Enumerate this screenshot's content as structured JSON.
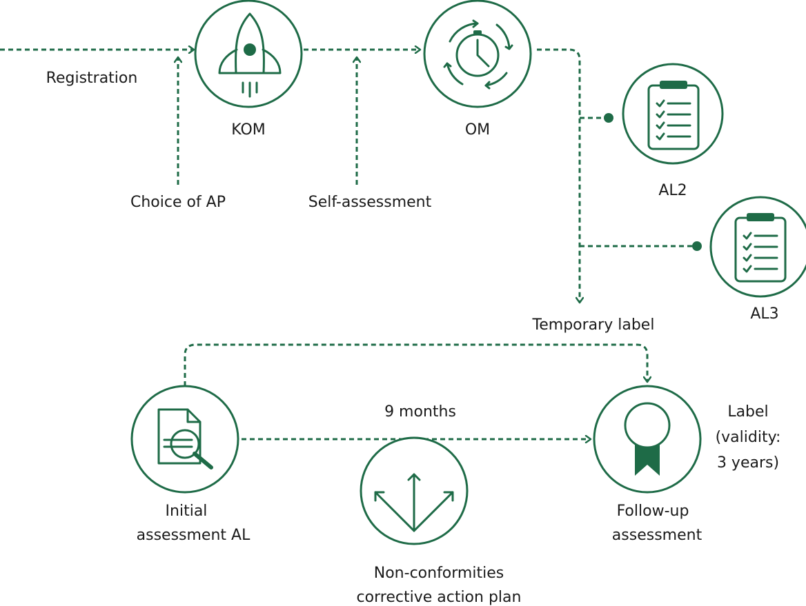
{
  "nodes": {
    "kom": {
      "label": "KOM",
      "icon": "rocket-icon"
    },
    "om": {
      "label": "OM",
      "icon": "stopwatch-cycle-icon"
    },
    "al2": {
      "label": "AL2",
      "icon": "clipboard-checklist-icon"
    },
    "al3": {
      "label": "AL3",
      "icon": "clipboard-checklist-icon"
    },
    "initial": {
      "label_line1": "Initial",
      "label_line2": "assessment AL",
      "icon": "document-search-icon"
    },
    "nonconf": {
      "label_line1": "Non-conformities",
      "label_line2": "corrective action plan",
      "icon": "arrows-branch-icon"
    },
    "followup": {
      "label_line1": "Follow-up",
      "label_line2": "assessment",
      "icon": "award-ribbon-icon"
    }
  },
  "labels": {
    "registration": "Registration",
    "choice_of_ap": "Choice of AP",
    "self_assessment": "Self-assessment",
    "temporary_label": "Temporary label",
    "nine_months": "9 months",
    "label_line1": "Label",
    "label_line2": "(validity:",
    "label_line3": "3 years)"
  },
  "colors": {
    "accent": "#1e6b47",
    "text": "#1a1a1a",
    "background": "#ffffff"
  }
}
